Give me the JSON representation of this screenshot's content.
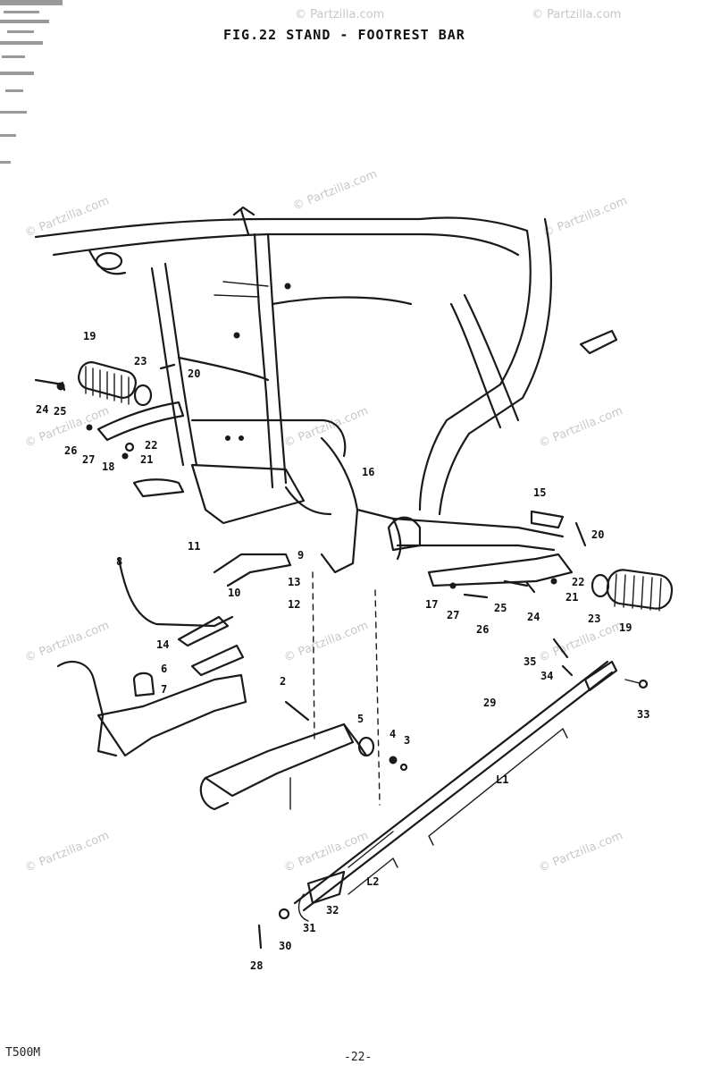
{
  "figure": {
    "title": "FIG.22  STAND - FOOTREST BAR",
    "model_code": "T500M",
    "page_number": "-22-"
  },
  "watermark": {
    "text": "© Partzilla.com"
  },
  "callouts": [
    {
      "id": "c19a",
      "label": "19"
    },
    {
      "id": "c23a",
      "label": "23"
    },
    {
      "id": "c20a",
      "label": "20"
    },
    {
      "id": "c24a",
      "label": "24"
    },
    {
      "id": "c25a",
      "label": "25"
    },
    {
      "id": "c26a",
      "label": "26"
    },
    {
      "id": "c27a",
      "label": "27"
    },
    {
      "id": "c18",
      "label": "18"
    },
    {
      "id": "c22a",
      "label": "22"
    },
    {
      "id": "c21a",
      "label": "21"
    },
    {
      "id": "c15",
      "label": "15"
    },
    {
      "id": "c20b",
      "label": "20"
    },
    {
      "id": "c11",
      "label": "11"
    },
    {
      "id": "c9",
      "label": "9"
    },
    {
      "id": "c8",
      "label": "8"
    },
    {
      "id": "c13",
      "label": "13"
    },
    {
      "id": "c10",
      "label": "10"
    },
    {
      "id": "c12",
      "label": "12"
    },
    {
      "id": "c16",
      "label": "16"
    },
    {
      "id": "c22b",
      "label": "22"
    },
    {
      "id": "c21b",
      "label": "21"
    },
    {
      "id": "c17",
      "label": "17"
    },
    {
      "id": "c27b",
      "label": "27"
    },
    {
      "id": "c25b",
      "label": "25"
    },
    {
      "id": "c24b",
      "label": "24"
    },
    {
      "id": "c26b",
      "label": "26"
    },
    {
      "id": "c23b",
      "label": "23"
    },
    {
      "id": "c19b",
      "label": "19"
    },
    {
      "id": "c14",
      "label": "14"
    },
    {
      "id": "c6",
      "label": "6"
    },
    {
      "id": "c7",
      "label": "7"
    },
    {
      "id": "c2",
      "label": "2"
    },
    {
      "id": "c5",
      "label": "5"
    },
    {
      "id": "c4",
      "label": "4"
    },
    {
      "id": "c3",
      "label": "3"
    },
    {
      "id": "c35",
      "label": "35"
    },
    {
      "id": "c34",
      "label": "34"
    },
    {
      "id": "c33",
      "label": "33"
    },
    {
      "id": "c29",
      "label": "29"
    },
    {
      "id": "cL1",
      "label": "L1"
    },
    {
      "id": "cL2",
      "label": "L2"
    },
    {
      "id": "c32",
      "label": "32"
    },
    {
      "id": "c31",
      "label": "31"
    },
    {
      "id": "c30",
      "label": "30"
    },
    {
      "id": "c28",
      "label": "28"
    }
  ]
}
